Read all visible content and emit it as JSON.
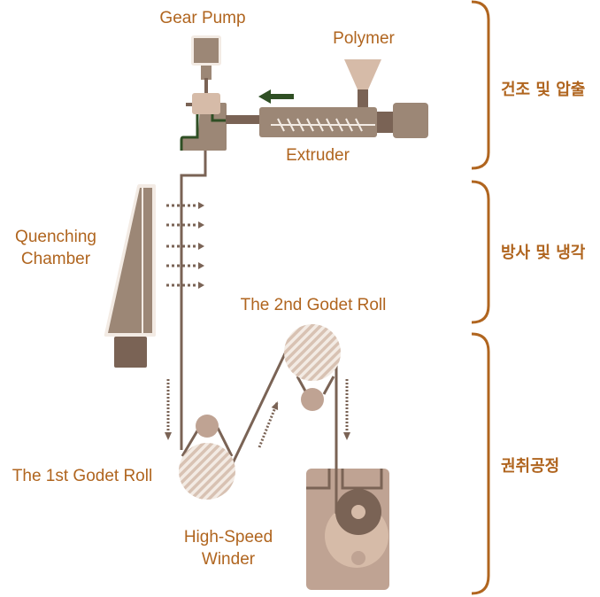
{
  "title": "Fiber spinning process diagram",
  "labels": {
    "gear_pump": "Gear Pump",
    "polymer": "Polymer",
    "extruder": "Extruder",
    "quenching_line1": "Quenching",
    "quenching_line2": "Chamber",
    "godet2": "The 2nd Godet Roll",
    "godet1": "The 1st Godet Roll",
    "winder_line1": "High-Speed",
    "winder_line2": "Winder"
  },
  "stages": [
    {
      "label": "건조 및 압출"
    },
    {
      "label": "방사 및 냉각"
    },
    {
      "label": "권취공정"
    }
  ],
  "colors": {
    "label": "#b0651f",
    "machine_dark": "#7a6355",
    "machine_mid": "#9c8776",
    "machine_light": "#d6bba8",
    "machine_tan": "#bfa393",
    "flow_arrow": "#2f4f24",
    "bracket": "#b0651f"
  }
}
